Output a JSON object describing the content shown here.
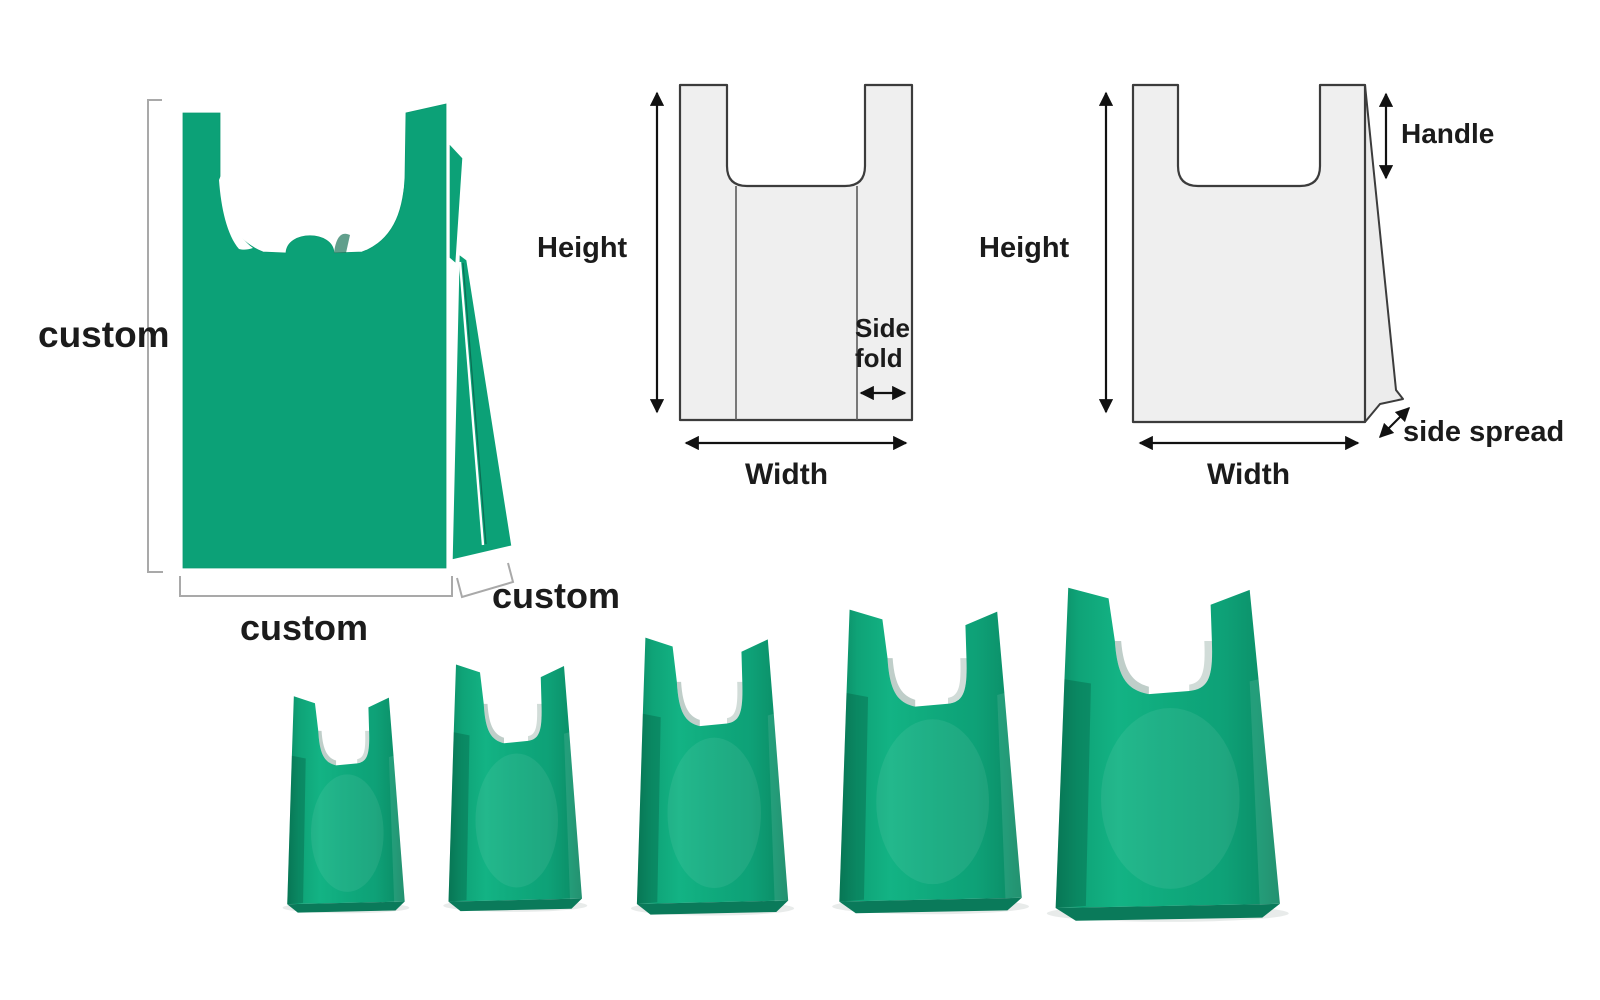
{
  "front_diagram": {
    "height_label": "custom",
    "width_label": "custom",
    "gusset_label": "custom"
  },
  "flat_diagram": {
    "height_label": "Height",
    "width_label": "Width",
    "side_fold_label": "Side fold"
  },
  "spread_diagram": {
    "height_label": "Height",
    "width_label": "Width",
    "handle_label": "Handle",
    "side_spread_label": "side spread"
  },
  "size_row": {
    "bag_count": 5
  },
  "colors": {
    "bag_green": "#0ca177",
    "size_bag_green": "#0fa97c",
    "diagram_fill": "#efefef",
    "diagram_stroke": "#3c3c3c",
    "dimension_gray": "#a9a9a9",
    "text_black": "#1b1b1b"
  }
}
